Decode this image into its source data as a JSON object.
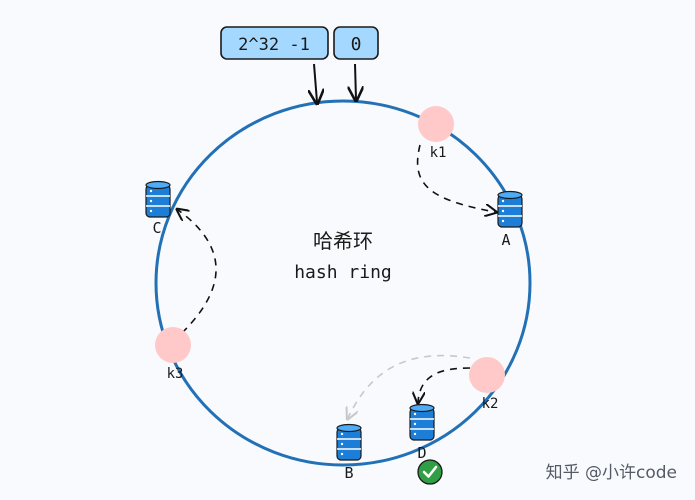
{
  "markers": {
    "max_label": "2^32 -1",
    "zero_label": "0"
  },
  "center": {
    "title": "哈希环",
    "subtitle": "hash ring"
  },
  "keys": [
    {
      "id": "k1",
      "label": "k1"
    },
    {
      "id": "k2",
      "label": "k2"
    },
    {
      "id": "k3",
      "label": "k3"
    }
  ],
  "servers": [
    {
      "id": "A",
      "label": "A"
    },
    {
      "id": "B",
      "label": "B"
    },
    {
      "id": "C",
      "label": "C"
    },
    {
      "id": "D",
      "label": "D"
    }
  ],
  "watermark": "知乎 @小许code",
  "colors": {
    "ring": "#2270b5",
    "key_fill": "#ffc9c9",
    "server_fill": "#1c7ed6",
    "marker_fill": "#a5d8ff",
    "check_fill": "#2f9e44"
  }
}
